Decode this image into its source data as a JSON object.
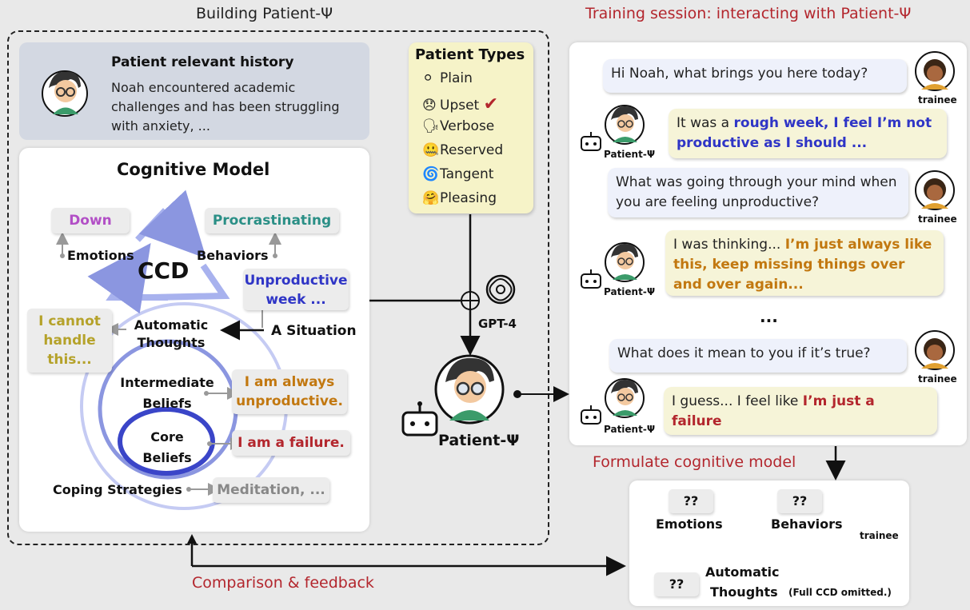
{
  "titles": {
    "left": "Building Patient-Ψ",
    "right": "Training session: interacting with Patient-Ψ"
  },
  "history": {
    "title": "Patient relevant history",
    "text": "Noah encountered academic challenges and has been struggling with anxiety, ..."
  },
  "cognitive_model": {
    "title": "Cognitive Model",
    "center": "CCD",
    "emotions_label": "Emotions",
    "behaviors_label": "Behaviors",
    "emotions_value": "Down",
    "behaviors_value": "Procrastinating",
    "situation_label": "A Situation",
    "situation_value": "Unproductive week ...",
    "automatic_thoughts_label": "Automatic Thoughts",
    "automatic_thoughts_value": "I cannot handle this...",
    "intermediate_beliefs_label": "Intermediate Beliefs",
    "intermediate_beliefs_value": "I am always unproductive.",
    "core_beliefs_label": "Core Beliefs",
    "core_beliefs_value": "I am a failure.",
    "coping_label": "Coping Strategies",
    "coping_value": "Meditation, ..."
  },
  "patient_types": {
    "title": "Patient Types",
    "items": [
      {
        "icon": "⚪",
        "label": "Plain"
      },
      {
        "icon": "😞",
        "label": "Upset",
        "selected": "✔"
      },
      {
        "icon": "🗣",
        "label": "Verbose"
      },
      {
        "icon": "🤐",
        "label": "Reserved"
      },
      {
        "icon": "🌀",
        "label": "Tangent"
      },
      {
        "icon": "🤗",
        "label": "Pleasing"
      }
    ]
  },
  "model": {
    "gpt_label": "GPT-4",
    "patient_label": "Patient-Ψ"
  },
  "chat": {
    "trainee_label": "trainee",
    "patient_label": "Patient-Ψ",
    "m1": "Hi Noah, what brings you here today?",
    "m2_plain": "It was a ",
    "m2_hl": "rough week, I feel I’m not productive as I should ...",
    "m3": "What was going through your mind when you are feeling unproductive?",
    "m4_plain": "I was thinking... ",
    "m4_hl": "I’m just always like this, keep missing things over and over again...",
    "ellipsis": "...",
    "m5": "What does it mean to you if it’s true?",
    "m6_plain": "I guess... I feel like ",
    "m6_hl": "I’m just a failure"
  },
  "formulate": {
    "title": "Formulate cognitive model",
    "unknown": "??",
    "emotions": "Emotions",
    "behaviors": "Behaviors",
    "automatic": "Automatic",
    "thoughts": "Thoughts",
    "trainee": "trainee",
    "note": "(Full CCD omitted.)"
  },
  "comparison": "Comparison & feedback",
  "colors": {
    "title_red": "#b3262d",
    "down": "#b24fc6",
    "procrastinating": "#2a8f86",
    "unproductive": "#2f35c6",
    "thought": "#b5a22a",
    "belief_orange": "#c27810",
    "core_red": "#b3262d"
  }
}
